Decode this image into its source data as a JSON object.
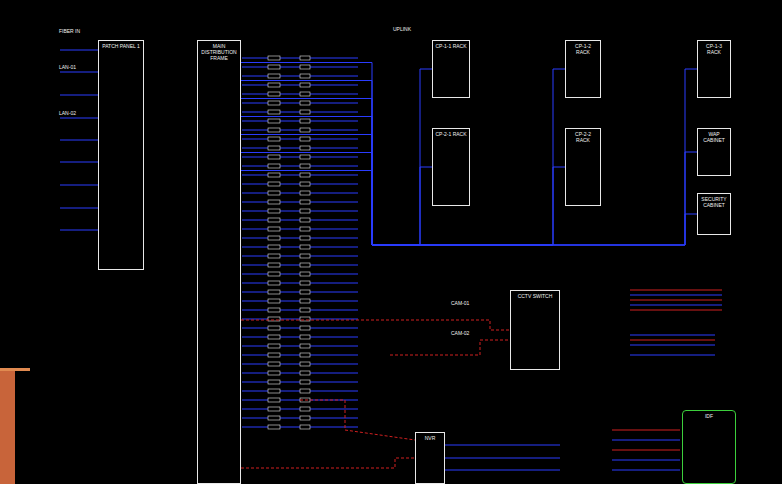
{
  "diagram": {
    "nodes": [
      {
        "text": [
          "PATCH PANEL 1"
        ]
      },
      {
        "text": [
          "MAIN DISTRIBUTION FRAME"
        ]
      },
      {
        "text": [
          "CP-1-1 RACK"
        ]
      },
      {
        "text": [
          "CP-1-2 RACK"
        ]
      },
      {
        "text": [
          "CP-1-3 RACK"
        ]
      },
      {
        "text": [
          "CP-2-1 RACK"
        ]
      },
      {
        "text": [
          "CP-2-2 RACK"
        ]
      },
      {
        "text": [
          "WAP CABINET"
        ]
      },
      {
        "text": [
          "SECURITY CABINET"
        ]
      },
      {
        "text": [
          "CCTV SWITCH"
        ]
      },
      {
        "text": [
          "NVR"
        ]
      },
      {
        "text": [
          "IDF"
        ]
      }
    ],
    "edges": [
      {
        "from": 1,
        "to": 2,
        "arrow": "none"
      },
      {
        "from": 1,
        "to": 3,
        "arrow": "none"
      },
      {
        "from": 1,
        "to": 4,
        "arrow": "none"
      },
      {
        "from": 1,
        "to": 5,
        "arrow": "none"
      },
      {
        "from": 1,
        "to": 6,
        "arrow": "none"
      },
      {
        "from": 1,
        "to": 7,
        "arrow": "none"
      },
      {
        "from": 1,
        "to": 8,
        "arrow": "none"
      },
      {
        "from": 1,
        "to": 9,
        "arrow": "none"
      },
      {
        "from": 1,
        "to": 10,
        "arrow": "none"
      }
    ],
    "labels": [
      "FIBER IN",
      "LAN-01",
      "LAN-02",
      "CAM-01",
      "CAM-02",
      "UPLINK"
    ]
  }
}
